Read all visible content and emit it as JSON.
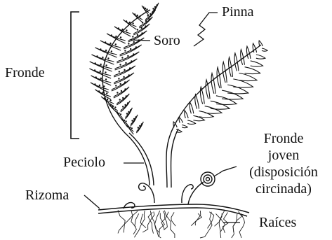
{
  "labels": {
    "pinna": "Pinna",
    "soro": "Soro",
    "fronde": "Fronde",
    "peciolo": "Peciolo",
    "fronde_joven_1": "Fronde",
    "fronde_joven_2": "joven",
    "fronde_joven_3": "(disposición",
    "fronde_joven_4": "circinada)",
    "rizoma": "Rizoma",
    "raices": "Raíces"
  },
  "colors": {
    "ink": "#111111",
    "background": "#ffffff"
  }
}
